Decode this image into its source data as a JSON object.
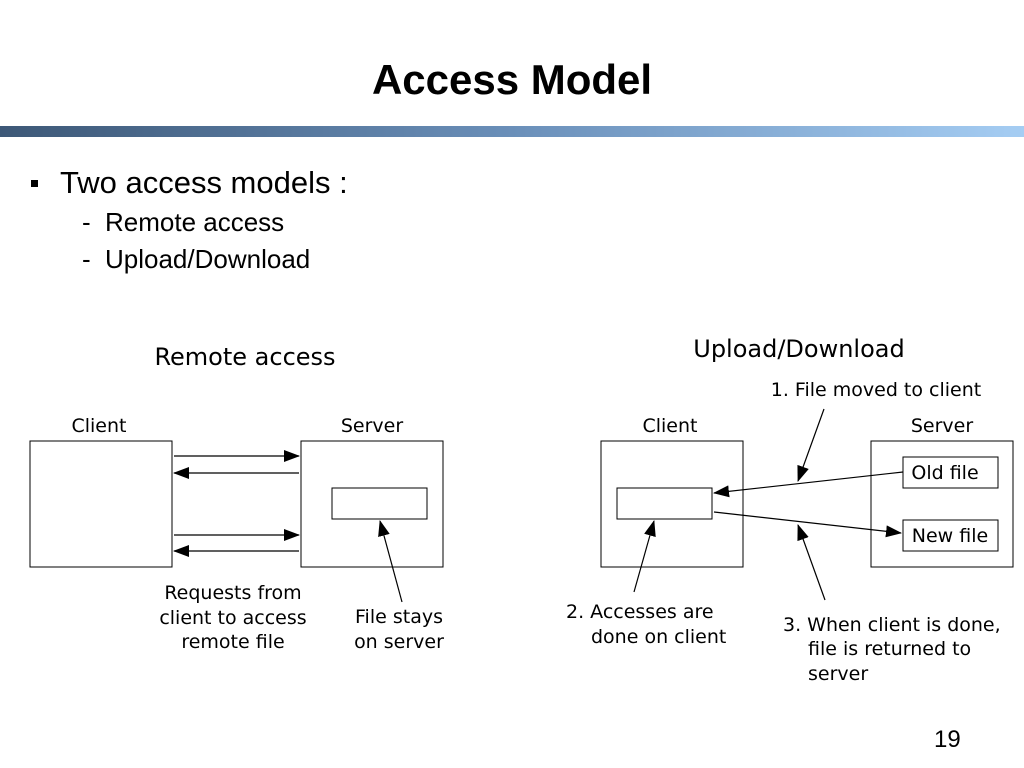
{
  "slide": {
    "title": "Access Model",
    "bullet": "Two access models :",
    "sub_items": [
      {
        "dash": "-",
        "label": "Remote access"
      },
      {
        "dash": "-",
        "label": "Upload/Download"
      }
    ],
    "page_number": "19"
  },
  "remote_access": {
    "heading": "Remote access",
    "client_label": "Client",
    "server_label": "Server",
    "requests_caption": [
      "Requests from",
      "client to access",
      "remote file"
    ],
    "file_caption": [
      "File stays",
      "on server"
    ]
  },
  "upload_download": {
    "heading": "Upload/Download",
    "client_label": "Client",
    "server_label": "Server",
    "old_file_label": "Old file",
    "new_file_label": "New file",
    "step1": "1. File moved to client",
    "step2": [
      "2. Accesses are",
      "done on client"
    ],
    "step3": [
      "3. When client is done,",
      "file is returned to",
      "server"
    ]
  }
}
